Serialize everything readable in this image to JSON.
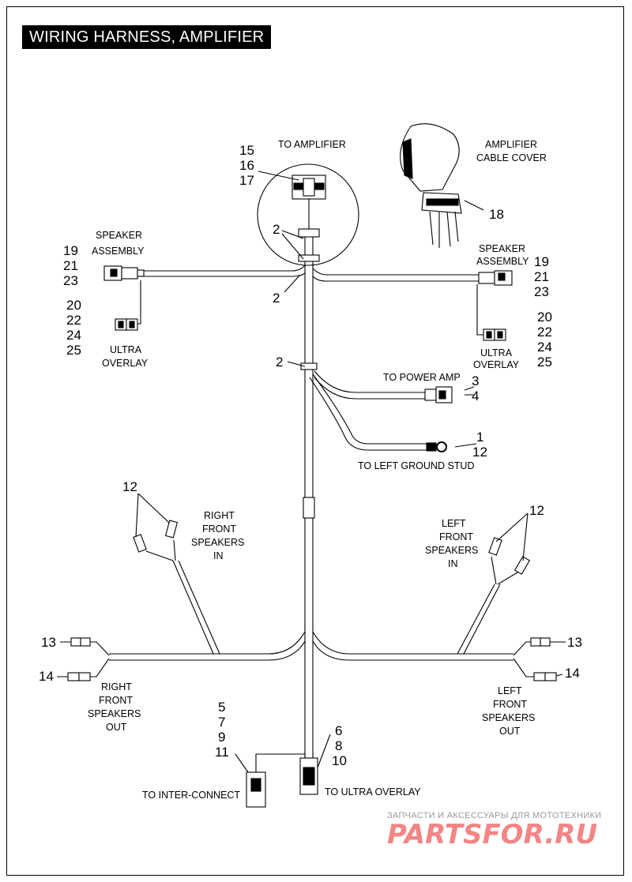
{
  "title": "WIRING HARNESS, AMPLIFIER",
  "labels": {
    "to_amplifier": "TO AMPLIFIER",
    "amp_cable_cover_1": "AMPLIFIER",
    "amp_cable_cover_2": "CABLE COVER",
    "left_speaker_assembly_1": "SPEAKER",
    "left_speaker_assembly_2": "ASSEMBLY",
    "right_speaker_assembly_1": "SPEAKER",
    "right_speaker_assembly_2": "ASSEMBLY",
    "left_ultra_overlay_1": "ULTRA",
    "left_ultra_overlay_2": "OVERLAY",
    "right_ultra_overlay_1": "ULTRA",
    "right_ultra_overlay_2": "OVERLAY",
    "to_power_amp": "TO POWER AMP",
    "to_left_ground_stud": "TO LEFT GROUND STUD",
    "right_front_in_1": "RIGHT",
    "right_front_in_2": "FRONT",
    "right_front_in_3": "SPEAKERS",
    "right_front_in_4": "IN",
    "left_front_in_1": "LEFT",
    "left_front_in_2": "FRONT",
    "left_front_in_3": "SPEAKERS",
    "left_front_in_4": "IN",
    "right_front_out_1": "RIGHT",
    "right_front_out_2": "FRONT",
    "right_front_out_3": "SPEAKERS",
    "right_front_out_4": "OUT",
    "left_front_out_1": "LEFT",
    "left_front_out_2": "FRONT",
    "left_front_out_3": "SPEAKERS",
    "left_front_out_4": "OUT",
    "to_inter_connect": "TO INTER-CONNECT",
    "to_ultra_overlay": "TO ULTRA OVERLAY"
  },
  "callouts": {
    "n15": "15",
    "n16": "16",
    "n17": "17",
    "n18": "18",
    "n2a": "2",
    "n2b": "2",
    "n2c": "2",
    "l19": "19",
    "l21": "21",
    "l23": "23",
    "l20": "20",
    "l22": "22",
    "l24": "24",
    "l25": "25",
    "r19": "19",
    "r21": "21",
    "r23": "23",
    "r20": "20",
    "r22": "22",
    "r24": "24",
    "r25": "25",
    "n3": "3",
    "n4": "4",
    "n1": "1",
    "n12a": "12",
    "n12b": "12",
    "n12c": "12",
    "l13": "13",
    "l14": "14",
    "r13": "13",
    "r14": "14",
    "n5": "5",
    "n7": "7",
    "n9": "9",
    "n11": "11",
    "n6": "6",
    "n8": "8",
    "n10": "10"
  },
  "watermark": {
    "tagline": "ЗАПЧАСТИ И АКСЕССУАРЫ ДЛЯ МОТОТЕХНИКИ",
    "logo": "PARTSFOR.RU"
  }
}
